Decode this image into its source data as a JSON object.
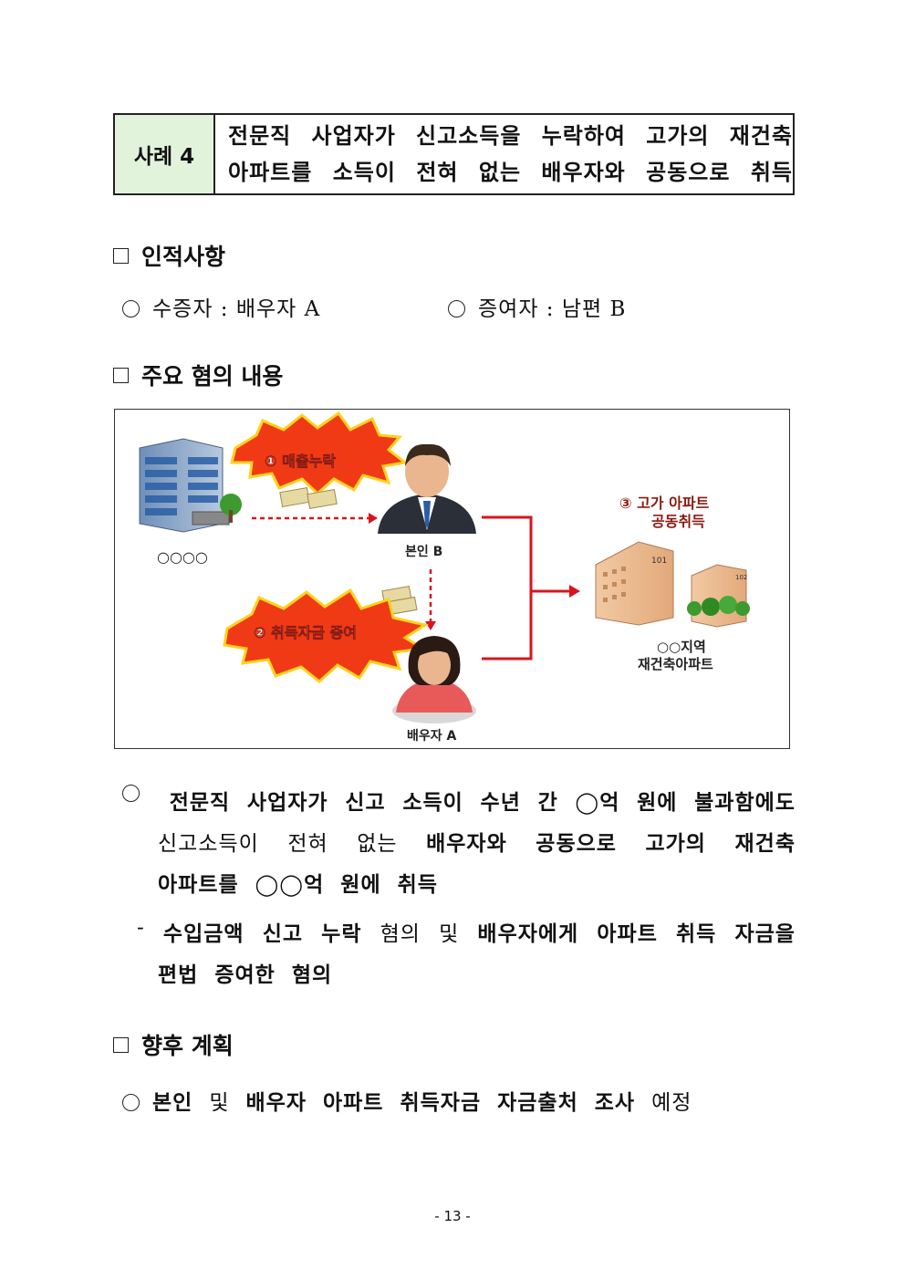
{
  "case": {
    "label": "사례 4",
    "title_line1": "전문직 사업자가 신고소득을 누락하여 고가의 재건축",
    "title_line2": "아파트를 소득이 전혀 없는 배우자와 공동으로 취득"
  },
  "sections": {
    "personal": "인적사항",
    "suspicion": "주요 혐의 내용",
    "plan": "향후 계획"
  },
  "personal": {
    "recipient": "수증자 : 배우자 A",
    "donor": "증여자 : 남편 B"
  },
  "diagram": {
    "step1": "① 매출누락",
    "step2": "② 취득자금 증여",
    "step3_line1": "③ 고가 아파트",
    "step3_line2": "공동취득",
    "company": "○○○○",
    "person_b": "본인 B",
    "person_a": "배우자 A",
    "apt_location": "○○지역",
    "apt_name": "재건축아파트",
    "bldg1": "101",
    "bldg2": "102",
    "colors": {
      "burst": "#f03a16",
      "burst_edge": "#ffd21f",
      "arrow": "#d8141e",
      "label_red": "#8a1a12"
    }
  },
  "body": {
    "p1_w": [
      "전문직",
      "사업자가",
      "신고",
      "소득이",
      "수년",
      "간",
      "◯억",
      "원에",
      "불과함에도"
    ],
    "p1_l2": [
      "신고소득이",
      "전혀",
      "없는",
      "배우자와",
      "공동으로",
      "고가의",
      "재건축"
    ],
    "p1_l3": [
      "아파트를",
      "◯◯억",
      "원에",
      "취득"
    ],
    "p2_dash": "-",
    "p2_l1": [
      "수입금액",
      "신고",
      "누락",
      "혐의",
      "및",
      "배우자에게",
      "아파트",
      "취득",
      "자금을"
    ],
    "p2_l2": [
      "편법",
      "증여한",
      "혐의"
    ]
  },
  "plan": {
    "words": [
      "본인",
      "및",
      "배우자",
      "아파트",
      "취득자금",
      "자금출처",
      "조사",
      "예정"
    ]
  },
  "footer": "- 13 -"
}
